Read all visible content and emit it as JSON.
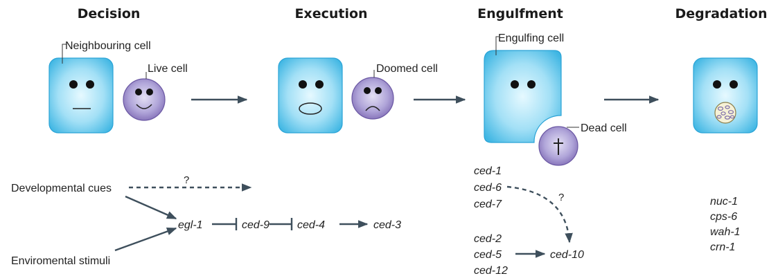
{
  "stages": {
    "decision": "Decision",
    "execution": "Execution",
    "engulfment": "Engulfment",
    "degradation": "Degradation"
  },
  "cell_labels": {
    "neighbouring": "Neighbouring cell",
    "live": "Live cell",
    "doomed": "Doomed cell",
    "engulfing": "Engulfing cell",
    "dead": "Dead cell"
  },
  "decision_pathway": {
    "cue_developmental": "Developmental cues",
    "cue_environmental": "Enviromental stimuli",
    "unknown": "?",
    "genes": [
      "egl-1",
      "ced-9",
      "ced-4",
      "ced-3"
    ]
  },
  "engulfment_pathway": {
    "group_a": [
      "ced-1",
      "ced-6",
      "ced-7"
    ],
    "group_b": [
      "ced-2",
      "ced-5",
      "ced-12"
    ],
    "target": "ced-10",
    "unknown": "?"
  },
  "degradation_genes": [
    "nuc-1",
    "cps-6",
    "wah-1",
    "crn-1"
  ],
  "colors": {
    "cell_blue_center": "#ddf6ff",
    "cell_blue_edge": "#3fb6e3",
    "cell_purple_center": "#ddd8ef",
    "cell_purple_edge": "#7f6bb4",
    "arrow": "#3e4f5c"
  }
}
